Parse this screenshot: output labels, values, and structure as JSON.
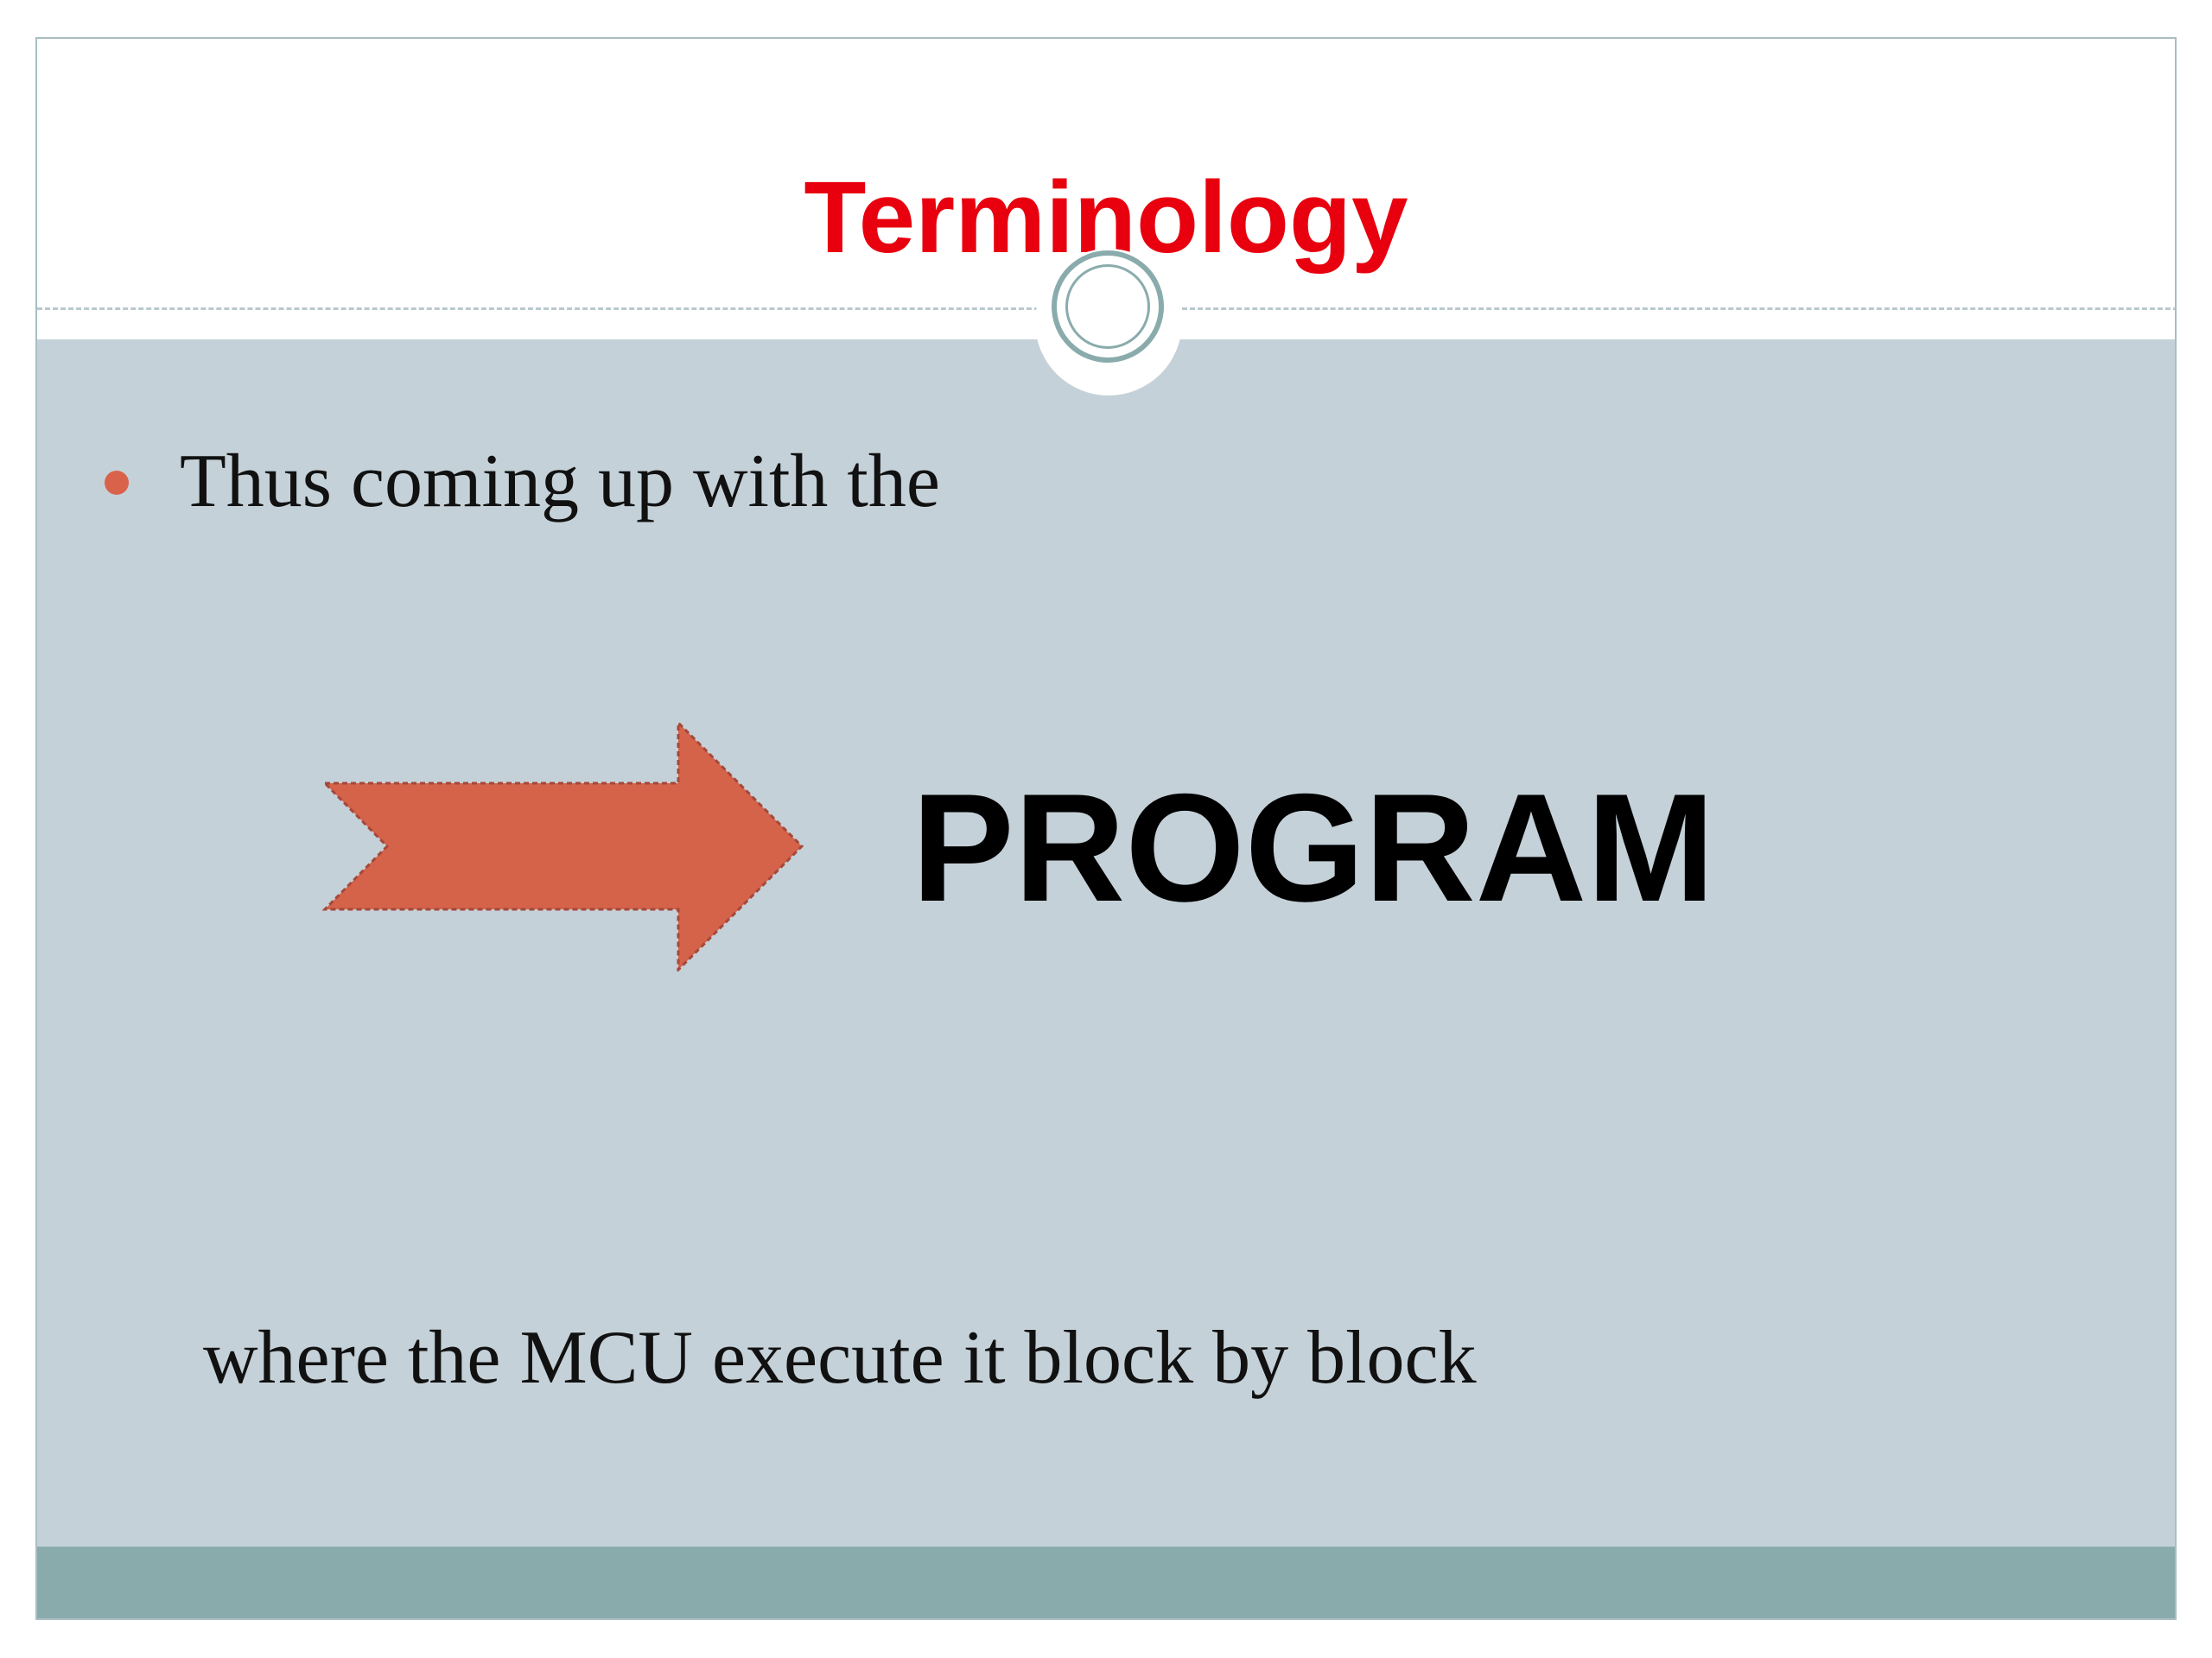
{
  "slide": {
    "title": "Terminology",
    "bullet": "Thus coming up with the",
    "highlight": "PROGRAM",
    "footnote": "where the MCU execute it block by block"
  },
  "icons": {
    "arrow": "right-arrow-icon",
    "ornament": "circle-ring-icon",
    "bullet": "bullet-dot-icon"
  },
  "colors": {
    "title": "#e8000f",
    "body_background": "#c5d1d8",
    "footer_bar": "#8aabac",
    "accent": "#d9634a"
  }
}
